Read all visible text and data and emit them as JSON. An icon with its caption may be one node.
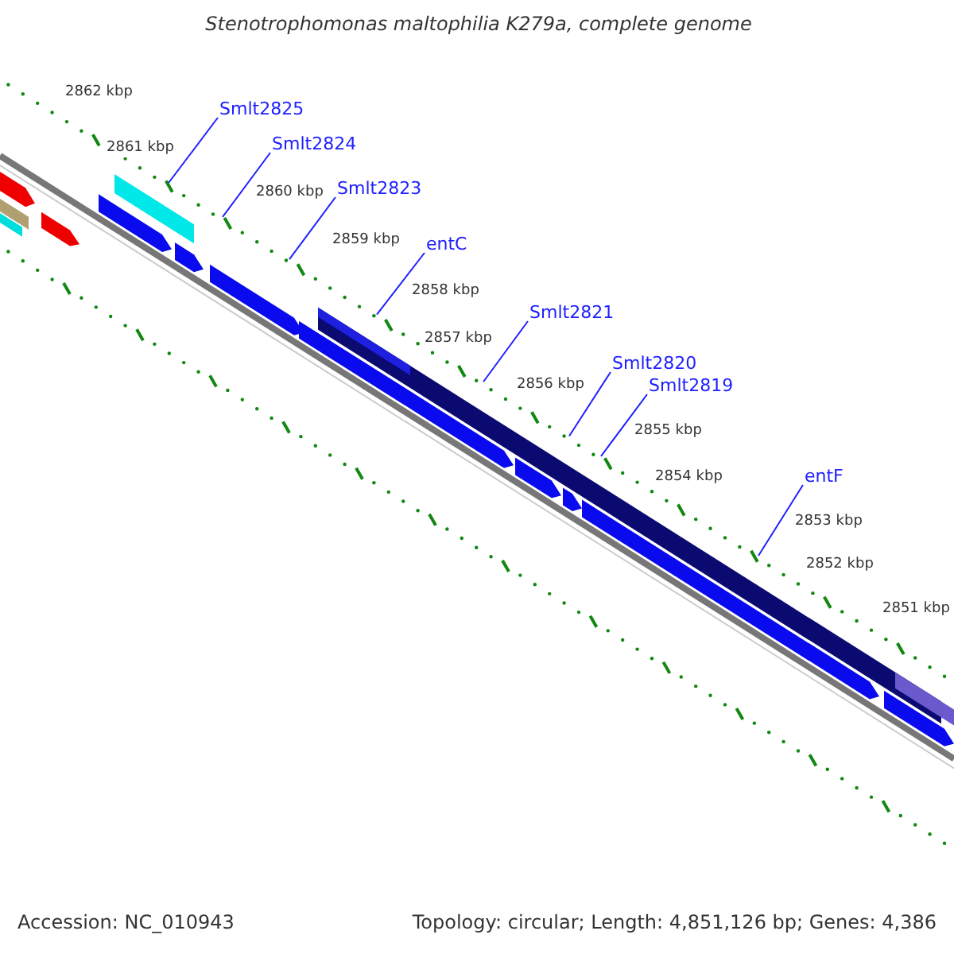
{
  "diagram": {
    "title": "Stenotrophomonas maltophilia K279a, complete genome",
    "nodes": [
      {
        "text": [
          "Smlt2825"
        ]
      },
      {
        "text": [
          "Smlt2824"
        ]
      },
      {
        "text": [
          "Smlt2823"
        ]
      },
      {
        "text": [
          "entC"
        ]
      },
      {
        "text": [
          "Smlt2821"
        ]
      },
      {
        "text": [
          "Smlt2820"
        ]
      },
      {
        "text": [
          "Smlt2819"
        ]
      },
      {
        "text": [
          "entF"
        ]
      }
    ],
    "edges": [
      {
        "from": 0,
        "to": null,
        "arrow": "none"
      },
      {
        "from": 1,
        "to": null,
        "arrow": "none"
      },
      {
        "from": 2,
        "to": null,
        "arrow": "none"
      },
      {
        "from": 3,
        "to": null,
        "arrow": "none"
      },
      {
        "from": 4,
        "to": null,
        "arrow": "none"
      },
      {
        "from": 5,
        "to": null,
        "arrow": "none"
      },
      {
        "from": 6,
        "to": null,
        "arrow": "none"
      },
      {
        "from": 7,
        "to": null,
        "arrow": "none"
      }
    ],
    "labels": [
      "2862 kbp",
      "2861 kbp",
      "2860 kbp",
      "2859 kbp",
      "2858 kbp",
      "2857 kbp",
      "2856 kbp",
      "2855 kbp",
      "2854 kbp",
      "2853 kbp",
      "2852 kbp",
      "2851 kbp",
      "Accession: NC_010943",
      "Topology: circular; Length: 4,851,126 bp; Genes: 4,386"
    ]
  }
}
